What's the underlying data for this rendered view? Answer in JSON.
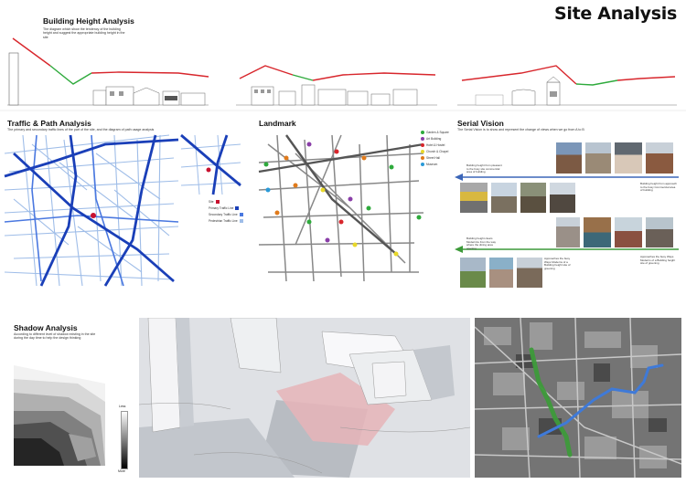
{
  "page_title": "Site Analysis",
  "building_height": {
    "title": "Building Height Analysis",
    "subtitle": "The diagram which show the tendency of the building height and suggest the appropriate building height in the site"
  },
  "traffic": {
    "title": "Traffic & Path Analysis",
    "subtitle": "The primary and secondary traffic lines of the part of the site, and the diagram of path usage analysis",
    "legend": [
      {
        "label": "Site",
        "color": "#c8102e"
      },
      {
        "label": "Primary Traffic Line",
        "color": "#1a3fb8"
      },
      {
        "label": "Secondary Traffic Line",
        "color": "#4a78e0"
      },
      {
        "label": "Pedestrian Traffic Line",
        "color": "#9fbde8"
      }
    ]
  },
  "landmark": {
    "title": "Landmark",
    "legend": [
      {
        "label": "Garden & Square",
        "color": "#2eaa3c"
      },
      {
        "label": "Art Building",
        "color": "#8a3ea8"
      },
      {
        "label": "Hotel & Hostel",
        "color": "#d8262c"
      },
      {
        "label": "Church & Chapel",
        "color": "#e8d82a"
      },
      {
        "label": "Street Hall",
        "color": "#e07a1a"
      },
      {
        "label": "Museum",
        "color": "#2a9ad8"
      }
    ]
  },
  "serial_vision": {
    "title": "Serial  Vision",
    "subtitle": "The Serial Vision is to show and represent the change of views when we go from A to B",
    "captions": [
      "Building height from pleasant to the busy site commercial area of building",
      "Building height from approach to the busy Commercial area of building",
      "Building height clears Modernize from the way where the dining area opening",
      "Approaches the busy Ways Moderns of a Building height site of greening",
      "Approaches the busy Ways Moderns of a Building height site of greening"
    ]
  },
  "shadow": {
    "title": "Shadow Analysis",
    "subtitle": "According to different level of shadow existing in the site during the day time to help the design thinking",
    "scale_top": "Less",
    "scale_bottom": "More"
  },
  "colors": {
    "height_high": "#d8262c",
    "height_low": "#2eaa3c",
    "primary": "#1a3fb8",
    "secondary": "#4a78e0",
    "pedestrian": "#9fbde8",
    "site": "#c8102e",
    "green_route": "#3d9a3a",
    "blue_route": "#3f7ad8",
    "site_shadow": "#e8a4a8"
  }
}
